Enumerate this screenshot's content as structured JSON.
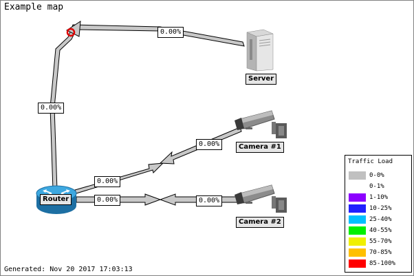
{
  "map": {
    "title": "Example map",
    "generated": "Generated: Nov 20 2017 17:03:13"
  },
  "nodes": {
    "server": {
      "label": "Server",
      "icon": "server-icon"
    },
    "camera1": {
      "label": "Camera #1",
      "icon": "camera-icon"
    },
    "camera2": {
      "label": "Camera #2",
      "icon": "camera-icon"
    },
    "router": {
      "label": "Router",
      "icon": "router-icon"
    }
  },
  "links": {
    "server_to_router": "0.00%",
    "router_to_server": "0.00%",
    "router_to_camera1": "0.00%",
    "camera1_to_router": "0.00%",
    "router_to_camera2": "0.00%",
    "camera2_to_router": "0.00%"
  },
  "legend": {
    "title": "Traffic Load",
    "items": [
      {
        "label": "0-0%",
        "color": "#c0c0c0"
      },
      {
        "label": "0-1%",
        "color": "#ffffff"
      },
      {
        "label": "1-10%",
        "color": "#8c00ff"
      },
      {
        "label": "10-25%",
        "color": "#2020ff"
      },
      {
        "label": "25-40%",
        "color": "#00c0ff"
      },
      {
        "label": "40-55%",
        "color": "#00f000"
      },
      {
        "label": "55-70%",
        "color": "#f0f000"
      },
      {
        "label": "70-85%",
        "color": "#ffc000"
      },
      {
        "label": "85-100%",
        "color": "#ff0000"
      }
    ]
  },
  "colors": {
    "link_fill": "#c8c8c8",
    "link_outline": "#000000",
    "marker": "#e00000"
  }
}
